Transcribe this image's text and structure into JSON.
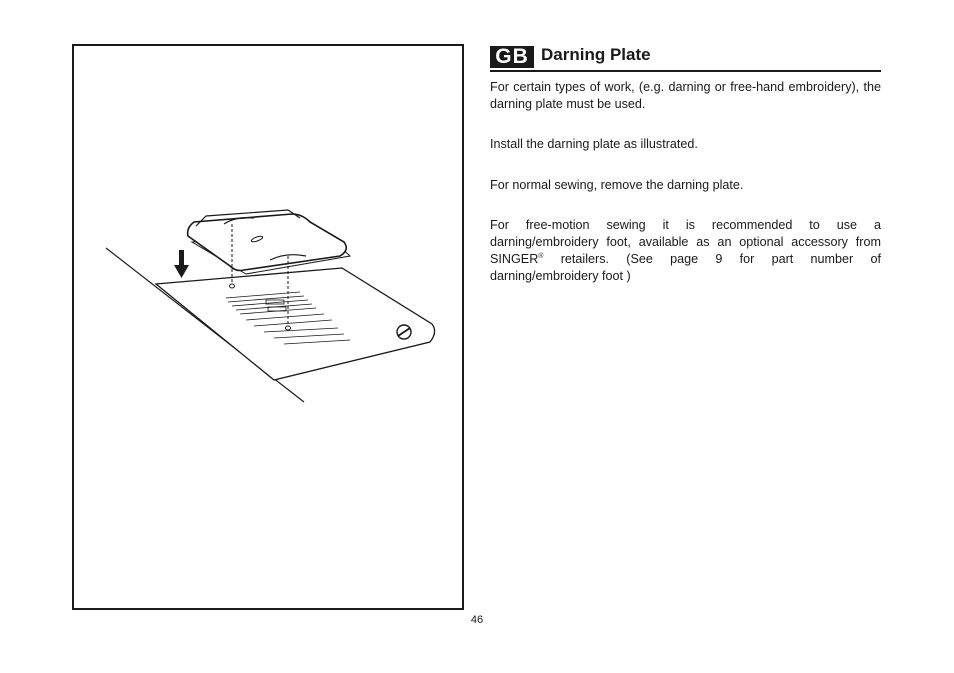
{
  "section": {
    "lang_badge": "GB",
    "title": "Darning Plate"
  },
  "paragraphs": {
    "p1": "For certain types of work, (e.g. darning or free-hand embroidery), the darning plate must be used.",
    "p2": "Install the darning plate as illustrated.",
    "p3": "For normal sewing, remove the darning plate.",
    "p4_before": "For free-motion sewing it is recommended to use a darning/embroidery foot, available as an optional accessory from SINGER",
    "p4_reg": "®",
    "p4_after": " retailers. (See page 9 for part number of darning/embroidery foot )"
  },
  "figure": {
    "icons": [
      "down-arrow-icon",
      "darning-plate-illustration",
      "needle-plate-illustration",
      "screw-icon"
    ]
  },
  "footer": {
    "page_number": "46"
  },
  "colors": {
    "ink": "#1a1a1a",
    "paper": "#ffffff"
  }
}
